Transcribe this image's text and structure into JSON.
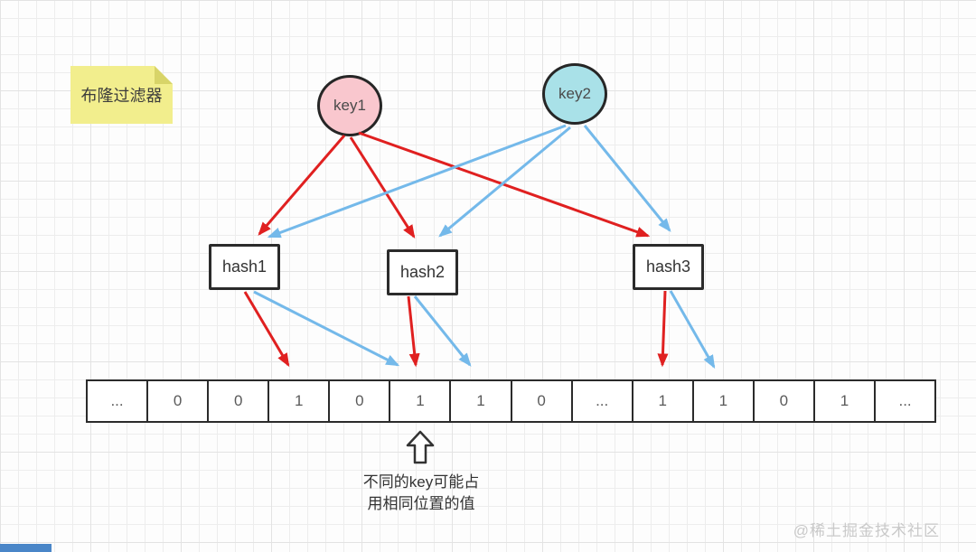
{
  "diagram": {
    "title_note": "布隆过滤器",
    "keys": [
      {
        "label": "key1",
        "fill": "#f9c7ce",
        "arrow_color": "#e02020"
      },
      {
        "label": "key2",
        "fill": "#a9e1e8",
        "arrow_color": "#74b9ea"
      }
    ],
    "hash_functions": [
      {
        "label": "hash1"
      },
      {
        "label": "hash2"
      },
      {
        "label": "hash3"
      }
    ],
    "bit_array": [
      "...",
      "0",
      "0",
      "1",
      "0",
      "1",
      "1",
      "0",
      "...",
      "1",
      "1",
      "0",
      "1",
      "..."
    ],
    "edges": [
      {
        "from": "key1",
        "to": "hash1",
        "color": "red"
      },
      {
        "from": "key1",
        "to": "hash2",
        "color": "red"
      },
      {
        "from": "key1",
        "to": "hash3",
        "color": "red"
      },
      {
        "from": "key2",
        "to": "hash1",
        "color": "blue"
      },
      {
        "from": "key2",
        "to": "hash2",
        "color": "blue"
      },
      {
        "from": "key2",
        "to": "hash3",
        "color": "blue"
      },
      {
        "from": "hash1",
        "to": "bit_index_3",
        "color": "red"
      },
      {
        "from": "hash1",
        "to": "bit_index_5",
        "color": "blue"
      },
      {
        "from": "hash2",
        "to": "bit_index_5",
        "color": "red"
      },
      {
        "from": "hash2",
        "to": "bit_index_6",
        "color": "blue"
      },
      {
        "from": "hash3",
        "to": "bit_index_9",
        "color": "red"
      },
      {
        "from": "hash3",
        "to": "bit_index_10",
        "color": "blue"
      }
    ],
    "annotation": {
      "pointer_target_index": 5,
      "lines": [
        "不同的key可能占",
        "用相同位置的值"
      ]
    },
    "watermark": "@稀土掘金技术社区",
    "colors": {
      "red_arrow": "#e02020",
      "blue_arrow": "#74b9ea",
      "note_bg": "#f2ee8d",
      "note_fold": "#d8d468",
      "shape_border": "#2b2b2b",
      "grid_line": "#ededed",
      "corner_bar": "#4a86c8"
    }
  }
}
